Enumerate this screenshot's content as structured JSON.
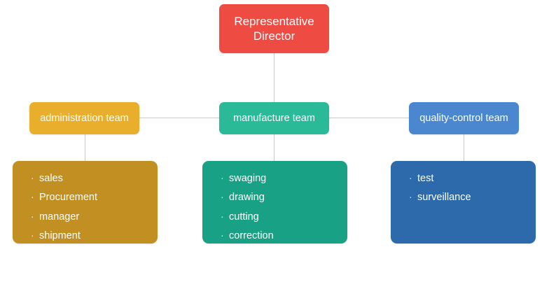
{
  "diagram": {
    "type": "organizational-chart",
    "bullet_glyph": "·",
    "colors": {
      "root": "#ee4b43",
      "administration_team": "#e8ae2c",
      "manufacture_team": "#2bba98",
      "quality_control_team": "#4a87cf",
      "administration_list": "#c28f22",
      "manufacture_list": "#18a184",
      "quality_control_list": "#2d6aab",
      "connector_line": "#c9cbcd",
      "background": "#ffffff",
      "text": "#ffffff"
    },
    "root": {
      "label": "Representative Director"
    },
    "branches": [
      {
        "id": "administration",
        "team_label": "administration team",
        "items": [
          "sales",
          "Procurement",
          "manager",
          "shipment"
        ]
      },
      {
        "id": "manufacture",
        "team_label": "manufacture team",
        "items": [
          "swaging",
          "drawing",
          "cutting",
          "correction"
        ]
      },
      {
        "id": "quality-control",
        "team_label": "quality-control team",
        "items": [
          "test",
          "surveillance"
        ]
      }
    ]
  }
}
